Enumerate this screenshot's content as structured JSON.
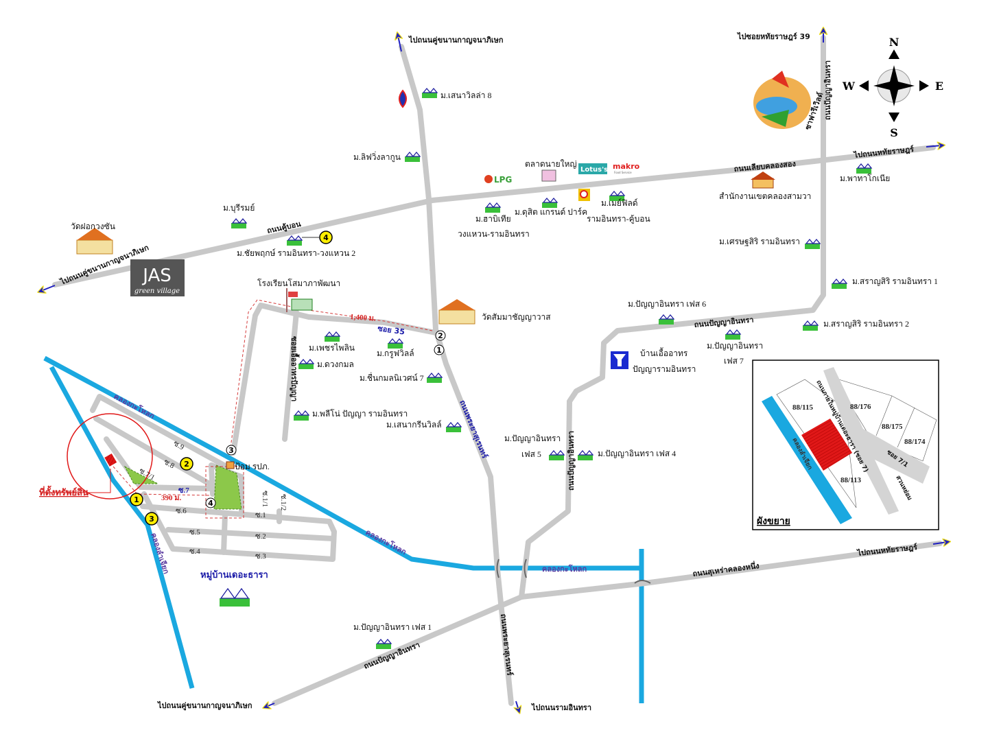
{
  "title_compass": {
    "n": "N",
    "s": "S",
    "e": "E",
    "w": "W"
  },
  "directions": {
    "to_kanchanaphisek_north": "ไปถนนคู่ขนานกาญจนาภิเษก",
    "to_soi_hathairat_39": "ไปซอยหทัยราษฎร์ 39",
    "to_hathairat_east": "ไปถนนหทัยราษฎร์",
    "to_kanchanaphisek_west": "ไปถนนคู่ขนานกาญจนาภิเษก",
    "to_hathairat_southeast": "ไปถนนหทัยราษฎร์",
    "to_kanchanaphisek_south": "ไปถนนคู่ขนานกาญจนาภิเษก",
    "to_ramintra": "ไปถนนรามอินทรา"
  },
  "roads": {
    "khubon": "ถนนคู้บอน",
    "liap_khlong_song": "ถนนเลียบคลองสอง",
    "panya_inthra_north": "ถนนปัญญาอินทรา",
    "panya_inthra_east": "ถนนปัญญาอินทรา",
    "panya_inthra_mid": "ถนนปัญญาอินทรา",
    "panya_inthra_south": "ถนนปัญญาอินทรา",
    "phraya_suren": "ถนนพระยาสุเรนทร์",
    "phraya_suren_south": "ถนนพระยาสุเรนทร์",
    "sukhapiban_khlong_nueng": "ถนนสุเหร่าคลองหนึ่ง",
    "soi_35": "ซอย 35",
    "soi_uea_athon": "ซอยเอื้ออาทรปัญญา"
  },
  "canals": {
    "kra_thok_1": "คลองกะโหลก",
    "kra_thok_2": "คลองกะโหลก",
    "kra_thok_3": "คลองกะโหลก",
    "lam_chiak": "คลองลำเจียก"
  },
  "places": {
    "seri_villa_8": "ม.เสนาวิลล่า 8",
    "living_lagoon": "ม.ลิฟวิ่งลากูน",
    "talat_nai_yai": "ตลาดนายใหญ่",
    "lotus": "Lotus's",
    "makro": "makro",
    "makro_sub": "Food Service",
    "lpg": "LPG",
    "burirom": "ม.บุรีรมย์",
    "wat_fo": "วัดฝอกวงซัน",
    "chaiyaphruek": "ม.ชัยพฤกษ์ รามอินทรา-วงแหวน 2",
    "habitia_1": "ม.ฮาบิเทีย",
    "habitia_2": "วงแหวน-รามอินทรา",
    "dusit": "ม.ดุสิต แกรนด์ ปาร์ค",
    "mayfield_1": "ม.เมย์ฟิลด์",
    "mayfield_2": "รามอินทรา-คู้บอน",
    "district_office": "สำนักงานเขตคลองสามวา",
    "pattaya_kokinia": "ม.พาทาโกเนีย",
    "setthasiri": "ม.เศรษฐสิริ รามอินทรา",
    "saransiri_1": "ม.สราญสิริ รามอินทรา 1",
    "saransiri_2": "ม.สราญสิริ รามอินทรา 2",
    "school": "โรงเรียนโสมาภาพัฒนา",
    "wat_samma": "วัดสัมมาชัญญาวาส",
    "phet_phailin": "ม.เพชรไพลิน",
    "group_ville": "ม.กรูฟวิลล์",
    "duangkamon": "ม.ดวงกมล",
    "chuen_kamon": "ม.ชื่นกมลนิเวศน์ 7",
    "pleno": "ม.พลีโน่ ปัญญา รามอินทรา",
    "sena_green": "ม.เสนากรีนวิลล์",
    "panya_6": "ม.ปัญญาอินทรา เฟส 6",
    "panya_7_1": "ม.ปัญญาอินทรา",
    "panya_7_2": "เฟส 7",
    "baan_uea_1": "บ้านเอื้ออาทร",
    "baan_uea_2": "ปัญญารามอินทรา",
    "panya_5_1": "ม.ปัญญาอินทรา",
    "panya_5_2": "เฟส 5",
    "panya_4": "ม.ปัญญาอินทรา เฟส 4",
    "panya_1": "ม.ปัญญาอินทรา เฟส 1",
    "police_box": "ป้อม รปภ.",
    "village": "หมู่บ้านเดอะธารา",
    "property": "ที่ตั้งทรัพย์สิน",
    "safari": "ซาฟารีเวิลด์",
    "jas_1": "JAS",
    "jas_2": "green village"
  },
  "distances": {
    "d1400": "1,400 ม.",
    "d390": "390 ม."
  },
  "sois": [
    "ซ.9",
    "ซ.8",
    "ซ.7/1",
    "ซ.7",
    "ซ.6",
    "ซ.5",
    "ซ.4",
    "ซ.1",
    "ซ.2",
    "ซ.3",
    "ซ.1/1",
    "ซ.1/2"
  ],
  "markers": [
    "1",
    "2",
    "3",
    "4"
  ],
  "inset": {
    "title": "ผังขยาย",
    "road": "ถนนภายในหมู่บ้านเดอะธารา (ซอย 7)",
    "soi": "ซอย 7/1",
    "garden": "สวนหย่อม",
    "canal": "คลองลำเจียก",
    "plots": [
      "88/115",
      "88/176",
      "88/175",
      "88/174",
      "88/113"
    ]
  }
}
